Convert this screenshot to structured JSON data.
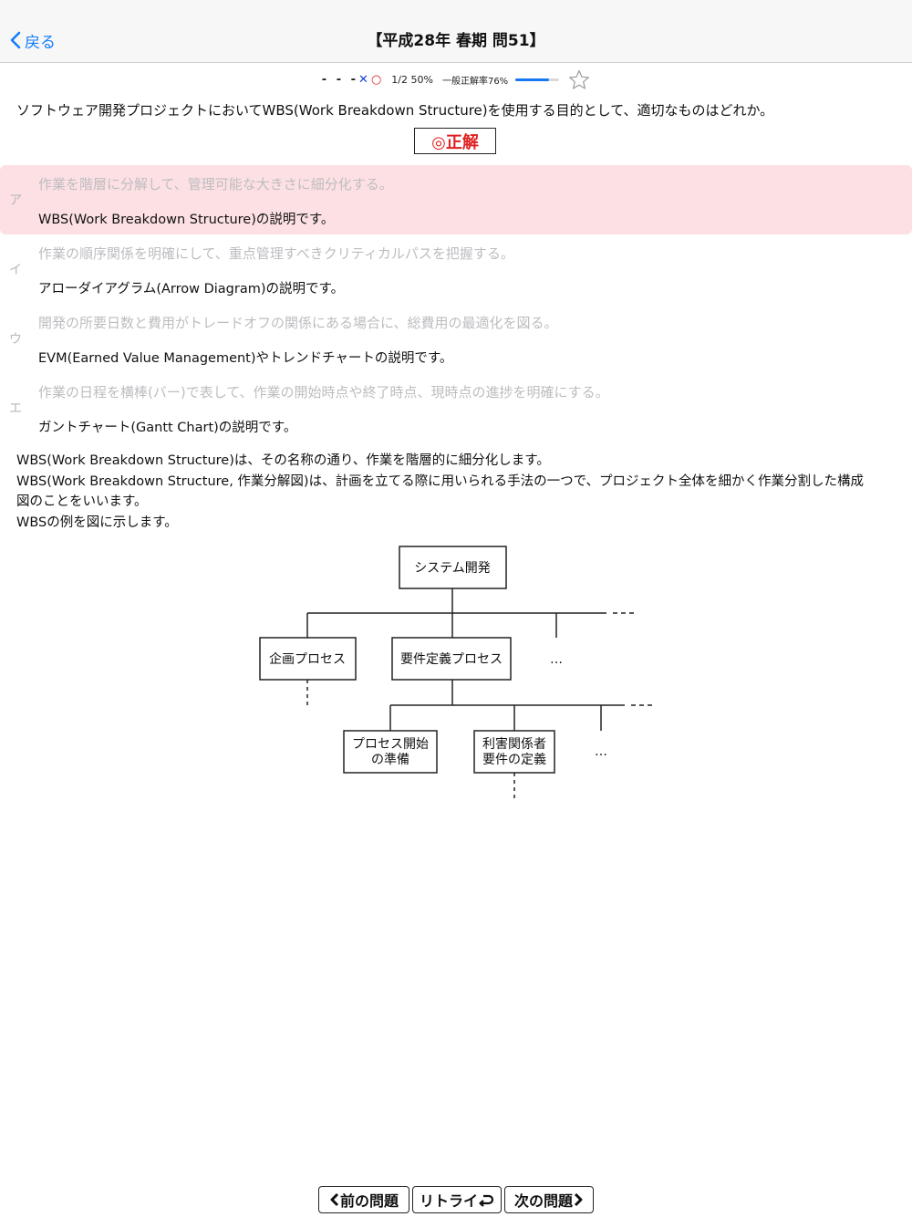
{
  "nav": {
    "back_label": "戻る",
    "title": "【平成28年 春期 問51】"
  },
  "status": {
    "history": {
      "dashes": "- - -",
      "x_mark": "✕",
      "o_mark": "○"
    },
    "score": "1/2 50%",
    "general_rate_label": "一般正解率76%",
    "general_rate_value": 0.76
  },
  "question": "ソフトウェア開発プロジェクトにおいてWBS(Work Breakdown Structure)を使用する目的として、適切なものはどれか。",
  "result_badge": "◎正解",
  "choices": [
    {
      "letter": "ア",
      "text": "作業を階層に分解して、管理可能な大きさに細分化する。",
      "explanation": "WBS(Work Breakdown Structure)の説明です。"
    },
    {
      "letter": "イ",
      "text": "作業の順序関係を明確にして、重点管理すべきクリティカルパスを把握する。",
      "explanation": "アローダイアグラム(Arrow Diagram)の説明です。"
    },
    {
      "letter": "ウ",
      "text": "開発の所要日数と費用がトレードオフの関係にある場合に、総費用の最適化を図る。",
      "explanation": "EVM(Earned Value Management)やトレンドチャートの説明です。"
    },
    {
      "letter": "エ",
      "text": "作業の日程を横棒(バー)で表して、作業の開始時点や終了時点、現時点の進捗を明確にする。",
      "explanation": "ガントチャート(Gantt Chart)の説明です。"
    }
  ],
  "explanation": {
    "lines": [
      "WBS(Work Breakdown Structure)は、その名称の通り、作業を階層的に細分化します。",
      "WBS(Work Breakdown Structure, 作業分解図)は、計画を立てる際に用いられる手法の一つで、プロジェクト全体を細かく作業分割した構成",
      "図のことをいいます。",
      "WBSの例を図に示します。"
    ]
  },
  "wbs_diagram": {
    "root": "システム開発",
    "level1": [
      "企画プロセス",
      "要件定義プロセス",
      "…"
    ],
    "level2_line1": [
      "プロセス開始",
      "利害関係者",
      "…"
    ],
    "level2_line2": [
      "の準備",
      "要件の定義"
    ]
  },
  "bottom": {
    "prev": "前の問題",
    "retry": "リトライ",
    "next": "次の問題"
  }
}
